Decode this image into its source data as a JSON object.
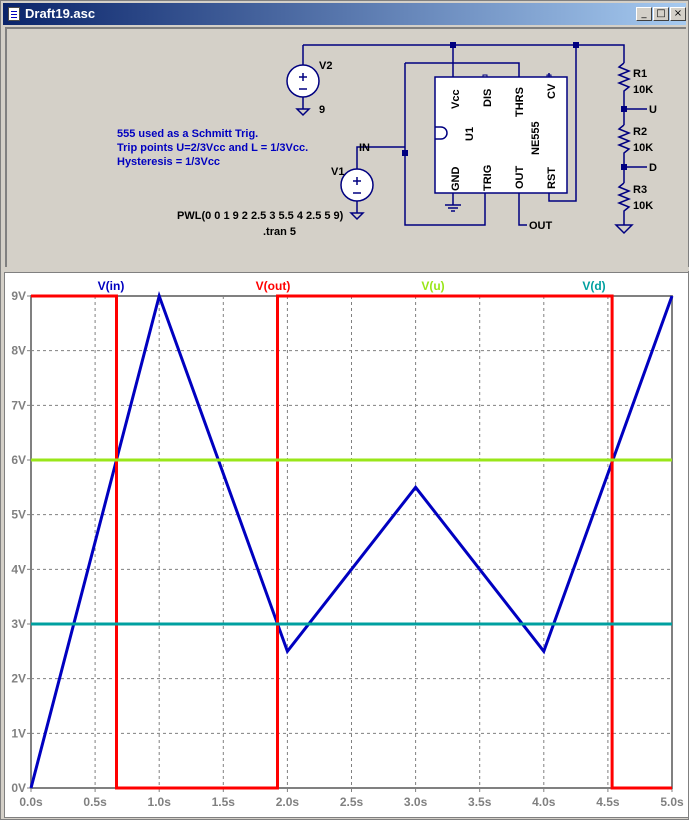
{
  "window": {
    "title": "Draft19.asc",
    "buttons": {
      "minimize": "_",
      "maximize": "□",
      "close": "×"
    }
  },
  "schematic": {
    "comment_lines": [
      "555 used as a Schmitt Trig.",
      "Trip points U=2/3Vcc and L = 1/3Vcc.",
      "Hysteresis = 1/3Vcc"
    ],
    "v2": {
      "name": "V2",
      "value": "9"
    },
    "v1": {
      "name": "V1",
      "value": "PWL(0 0 1 9 2 2.5 3 5.5 4 2.5 5 9)"
    },
    "directive": ".tran 5",
    "chip": {
      "ref": "U1",
      "part": "NE555",
      "pins": {
        "vcc": "Vcc",
        "dis": "DIS",
        "thrs": "THRS",
        "cv": "CV",
        "gnd": "GND",
        "trig": "TRIG",
        "out": "OUT",
        "rst": "RST"
      }
    },
    "resistors": [
      {
        "name": "R1",
        "value": "10K"
      },
      {
        "name": "R2",
        "value": "10K"
      },
      {
        "name": "R3",
        "value": "10K"
      }
    ],
    "net_labels": {
      "in": "IN",
      "out": "OUT",
      "u": "U",
      "d": "D"
    }
  },
  "chart_data": {
    "type": "line",
    "xlim": [
      0,
      5
    ],
    "ylim": [
      0,
      9
    ],
    "x_ticks": [
      "0.0s",
      "0.5s",
      "1.0s",
      "1.5s",
      "2.0s",
      "2.5s",
      "3.0s",
      "3.5s",
      "4.0s",
      "4.5s",
      "5.0s"
    ],
    "y_ticks": [
      "0V",
      "1V",
      "2V",
      "3V",
      "4V",
      "5V",
      "6V",
      "7V",
      "8V",
      "9V"
    ],
    "grid": true,
    "series": [
      {
        "name": "V(in)",
        "color": "#0000c0",
        "x": [
          0,
          1,
          2,
          3,
          4,
          5
        ],
        "y": [
          0,
          9,
          2.5,
          5.5,
          2.5,
          9
        ]
      },
      {
        "name": "V(out)",
        "color": "#ff0000",
        "x": [
          0,
          0.667,
          0.667,
          1.923,
          1.923,
          4.533,
          4.533,
          5
        ],
        "y": [
          9,
          9,
          0,
          0,
          9,
          9,
          0,
          0
        ]
      },
      {
        "name": "V(u)",
        "color": "#99e619",
        "x": [
          0,
          5
        ],
        "y": [
          6,
          6
        ]
      },
      {
        "name": "V(d)",
        "color": "#00a0a0",
        "x": [
          0,
          5
        ],
        "y": [
          3,
          3
        ]
      }
    ]
  }
}
